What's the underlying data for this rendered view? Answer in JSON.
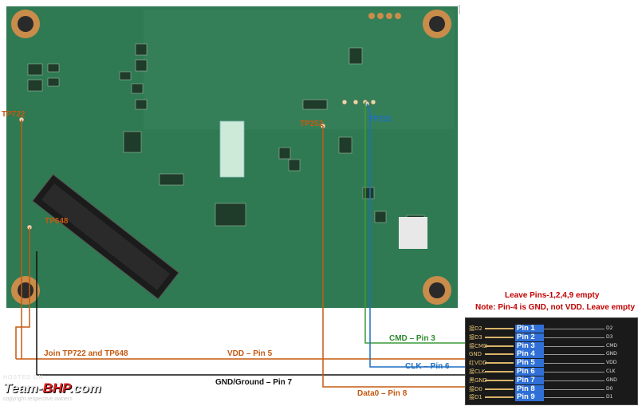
{
  "pcb_labels": {
    "tp722": "TP722",
    "tp648": "TP648",
    "tp252": "TP252",
    "tp251": "TP251"
  },
  "wire_labels": {
    "cmd": "CMD – Pin 3",
    "join": "Join TP722 and TP648",
    "vdd": "VDD – Pin 5",
    "clk": "CLK – Pin 6",
    "gnd": "GND/Ground – Pin 7",
    "data0": "Data0 – Pin 8"
  },
  "notes": {
    "line1": "Leave Pins-1,2,4,9 empty",
    "line2": "Note: Pin-4 is GND, not VDD. Leave empty"
  },
  "pins": [
    {
      "name": "Pin 1",
      "left": "接D2",
      "right": "D2"
    },
    {
      "name": "Pin 2",
      "left": "接D3",
      "right": "D3"
    },
    {
      "name": "Pin 3",
      "left": "接CMD",
      "right": "CMD"
    },
    {
      "name": "Pin 4",
      "left": "GND",
      "right": "GND"
    },
    {
      "name": "Pin 5",
      "left": "红VDD",
      "right": "VDD"
    },
    {
      "name": "Pin 6",
      "left": "接CLK",
      "right": "CLK"
    },
    {
      "name": "Pin 7",
      "left": "黑GND",
      "right": "GND"
    },
    {
      "name": "Pin 8",
      "left": "接D0",
      "right": "D0"
    },
    {
      "name": "Pin 9",
      "left": "接D1",
      "right": "D1"
    }
  ],
  "watermark": {
    "top": "HOSTED ON :",
    "brand_a": "Team-",
    "brand_b": "BHP",
    "brand_c": ".com",
    "bottom": "copyright respective owners"
  },
  "colors": {
    "pcb": "#2f7a52",
    "wire_orange": "#c55a11",
    "wire_green": "#3a9a3a",
    "wire_blue": "#1f6fc0",
    "wire_black": "#111111",
    "pin_label_bg": "#2f6fd6",
    "note_red": "#c00000"
  }
}
